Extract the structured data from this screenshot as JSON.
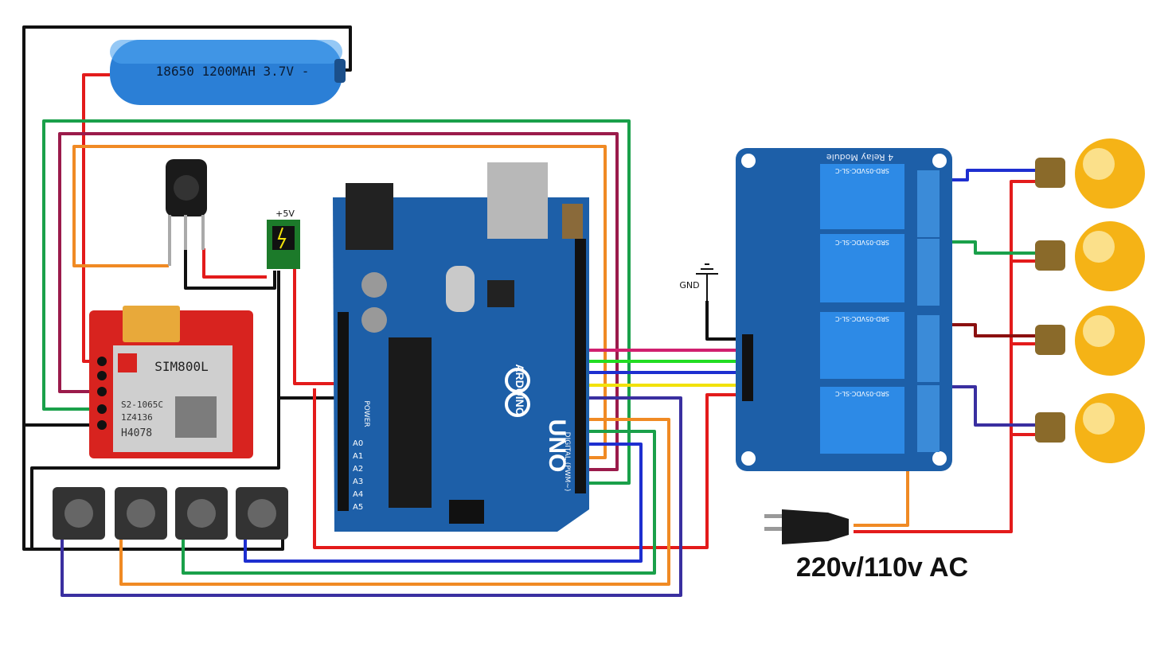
{
  "battery": {
    "label": "18650 1200MAH 3.7V -"
  },
  "gsm_module": {
    "name": "SIM800L",
    "text_line1": "S2-1065C",
    "text_line2": "1Z4136",
    "text_line3": "H4078"
  },
  "regulator": {
    "label": "+5V"
  },
  "arduino": {
    "brand": "ARDUINO",
    "model": "UNO",
    "digital_label": "DIGITAL (PWM~)",
    "power_label": "POWER",
    "analog_pins": [
      "A0",
      "A1",
      "A2",
      "A3",
      "A4",
      "A5"
    ]
  },
  "relay_module": {
    "label": "4 Relay Module",
    "relay_text": "SRD-05VDC-SL-C"
  },
  "ground": {
    "label": "GND"
  },
  "power_source": {
    "label": "220v/110v AC"
  },
  "buttons": {
    "count": 4
  },
  "bulbs": {
    "count": 4
  },
  "colors": {
    "red": "#e31b1b",
    "black": "#111111",
    "green": "#1aa04a",
    "orange": "#f08a24",
    "maroon": "#9b1b4b",
    "blue": "#1e2fd0",
    "purple": "#3a2fa0",
    "yellow": "#f2e20a",
    "lime": "#22dd22",
    "board_blue": "#1d5fa8"
  }
}
